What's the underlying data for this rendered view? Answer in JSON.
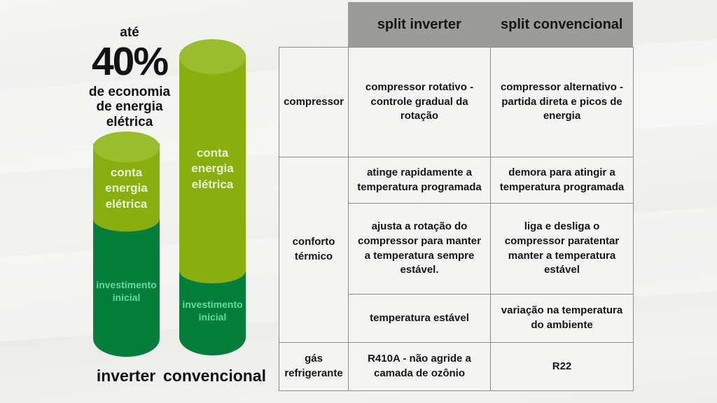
{
  "headline": {
    "prefix": "até",
    "value": "40%",
    "caption": "de economia\nde energia\nelétrica"
  },
  "bars": [
    {
      "axis_label": "inverter",
      "bill_label": "conta\nenergia\nelétrica",
      "investment_label": "investimento\ninicial"
    },
    {
      "axis_label": "convencional",
      "bill_label": "conta\nenergia\nelétrica",
      "investment_label": "investimento\ninicial"
    }
  ],
  "table": {
    "headers": [
      "split inverter",
      "split convencional"
    ],
    "row_labels": [
      "compressor",
      "conforto térmico",
      "gás refrigerante"
    ],
    "cells": [
      [
        "compressor rotativo - controle gradual da rotação",
        "compressor alternativo - partida direta e picos de energia"
      ],
      [
        "atinge rapidamente a temperatura programada",
        "demora para atingir a temperatura programada"
      ],
      [
        "ajusta a rotação do compressor para manter a temperatura sempre estável.",
        "liga e desliga o compressor paratentar manter a temperatura estável"
      ],
      [
        "temperatura estável",
        "variação na temperatura do ambiente"
      ],
      [
        "R410A - não agride a camada de ozônio",
        "R22"
      ]
    ]
  },
  "colors": {
    "light_green_body": "#89ae10",
    "light_green_top_face": "#9abd2e",
    "dark_green": "#057e3c",
    "bill_label_text": "#eaf4cf",
    "investment_label_text": "#67da9b",
    "table_header_bg": "#9b9b97",
    "table_border": "#8c8c88",
    "cell_bg": "#f4f4f2",
    "text_black": "#161616"
  },
  "chart_data": [
    {
      "type": "bar",
      "subtype": "stacked-3d-cylinders",
      "title": "até 40% de economia de energia elétrica",
      "categories": [
        "inverter",
        "convencional"
      ],
      "series": [
        {
          "name": "investimento inicial",
          "color": "#057e3c",
          "values": [
            197,
            120
          ]
        },
        {
          "name": "conta energia elétrica",
          "color": "#89ae10",
          "values": [
            103,
            307
          ]
        }
      ],
      "value_note": "no numeric axis shown; values are relative bar-segment heights in px",
      "annotation": "inverter: larger initial investment, smaller electric bill; convencional: taller total (higher cost), larger electric-bill segment",
      "legend_position": "labels inside segments",
      "grid": false
    },
    {
      "type": "table",
      "columns": [
        "",
        "split inverter",
        "split convencional"
      ],
      "rows": [
        [
          "compressor",
          "compressor rotativo - controle gradual da rotação",
          "compressor alternativo - partida direta e picos de energia"
        ],
        [
          "conforto térmico",
          "atinge rapidamente a temperatura programada",
          "demora para atingir a temperatura programada"
        ],
        [
          "conforto térmico",
          "ajusta a rotação do compressor para manter a temperatura sempre estável.",
          "liga e desliga o compressor paratentar manter a temperatura estável"
        ],
        [
          "conforto térmico",
          "temperatura estável",
          "variação na temperatura do ambiente"
        ],
        [
          "gás refrigerante",
          "R410A - não agride a camada de ozônio",
          "R22"
        ]
      ]
    }
  ]
}
